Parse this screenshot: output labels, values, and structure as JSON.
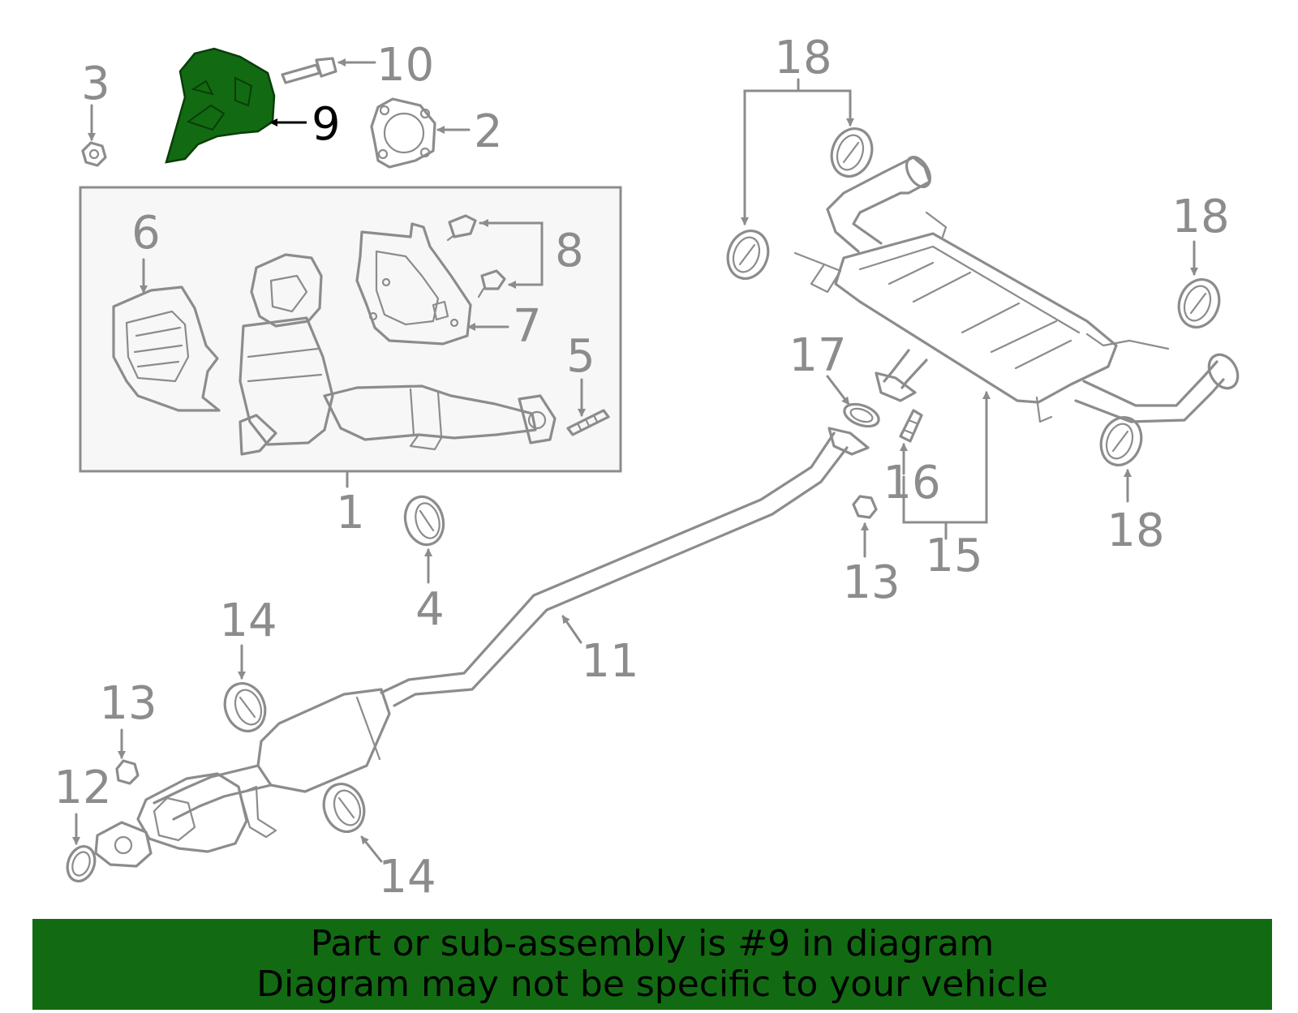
{
  "callouts": {
    "n1": "1",
    "n2": "2",
    "n3": "3",
    "n4": "4",
    "n5": "5",
    "n6": "6",
    "n7": "7",
    "n8": "8",
    "n9": "9",
    "n10": "10",
    "n11": "11",
    "n12": "12",
    "n13a": "13",
    "n13b": "13",
    "n14a": "14",
    "n14b": "14",
    "n15": "15",
    "n16": "16",
    "n17": "17",
    "n18a": "18",
    "n18b": "18",
    "n18c": "18"
  },
  "highlight": {
    "part": "9",
    "color": "#126b12"
  },
  "footer": {
    "line1": "Part or sub-assembly is #9 in diagram",
    "line2": "Diagram may not be specific to your vehicle",
    "background": "#126b12"
  }
}
